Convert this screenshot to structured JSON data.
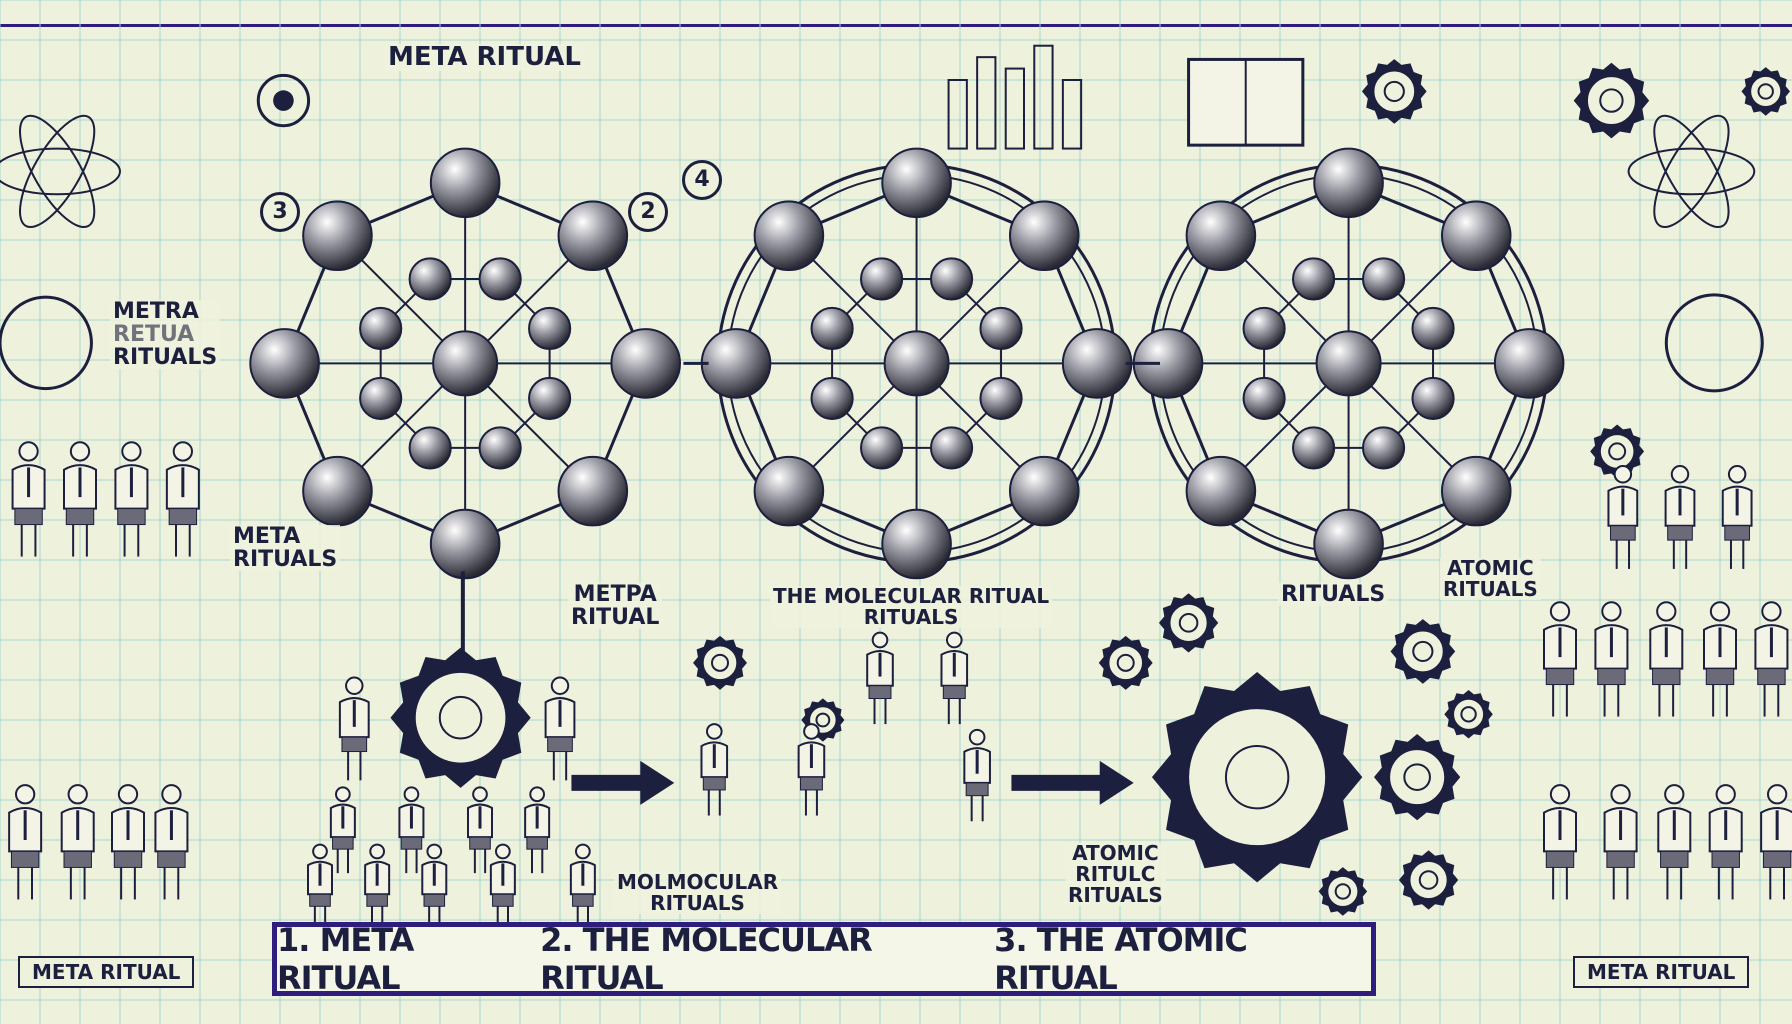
{
  "title": "META RITUAL",
  "numbers": {
    "three": "3",
    "two": "2",
    "four": "4"
  },
  "labels": {
    "metra": [
      "METRA",
      "RETUA",
      "RITUALS"
    ],
    "meta_rituals": [
      "META",
      "RITUALS"
    ],
    "metpa": [
      "METPA",
      "RITUAL"
    ],
    "molecular": [
      "THE MOLECULAR RITUAL",
      "RITUALS"
    ],
    "rituals": "RITUALS",
    "atomic_right": [
      "ATOMIC",
      "RITUALS"
    ],
    "molmocular": [
      "MOLMOCULAR",
      "RITUALS"
    ],
    "atomic_bottom": [
      "ATOMIC",
      "RITULC",
      "RITUALS"
    ],
    "bottom_left_box": "META RITUAL",
    "bottom_right_box": "META RITUAL"
  },
  "banner": {
    "items": [
      "1. META RITUAL",
      "2. THE MOLECULAR RITUAL",
      "3. THE ATOMIC RITUAL"
    ]
  },
  "colors": {
    "ink": "#1c1f3d",
    "grid": "#a6d6cf",
    "background": "#eef2dc",
    "banner_border": "#2e1d7c"
  }
}
